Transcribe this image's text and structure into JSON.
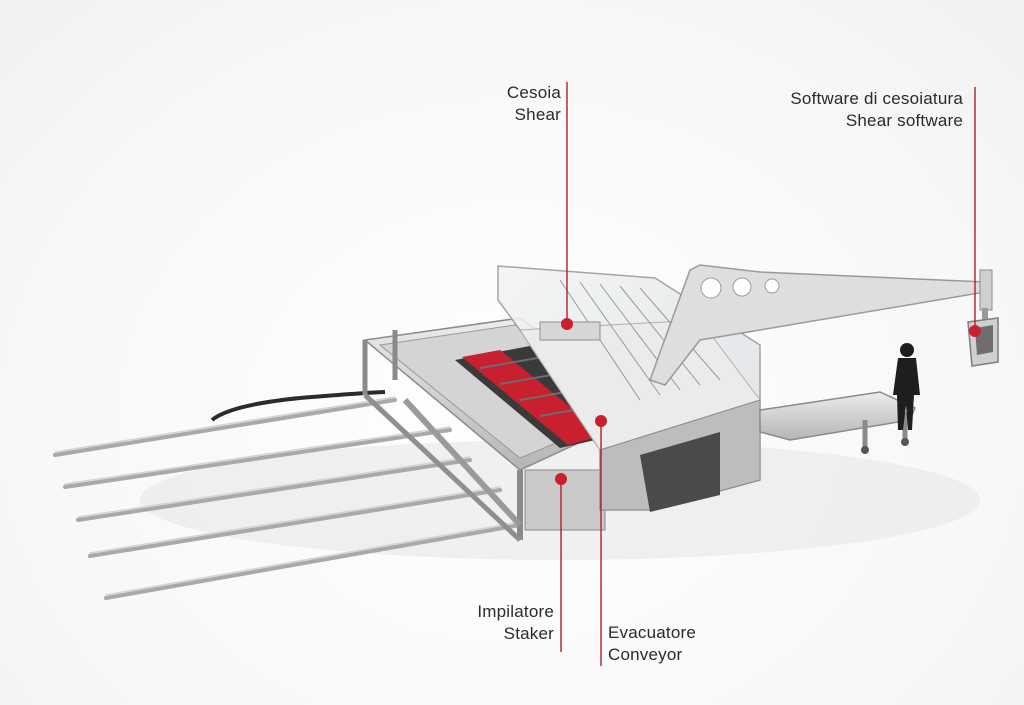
{
  "callouts": [
    {
      "id": "shear",
      "line1": "Cesoia",
      "line2": "Shear"
    },
    {
      "id": "software",
      "line1": "Software di cesoiatura",
      "line2": "Shear software"
    },
    {
      "id": "staker",
      "line1": "Impilatore",
      "line2": "Staker"
    },
    {
      "id": "conveyor",
      "line1": "Evacuatore",
      "line2": "Conveyor"
    }
  ],
  "colors": {
    "accent": "#c8202f",
    "leader": "#b01f2c",
    "text": "#2a2a2a",
    "steel_light": "#e4e4e4",
    "steel_mid": "#b9b9b9",
    "steel_dark": "#7d7d7d"
  }
}
